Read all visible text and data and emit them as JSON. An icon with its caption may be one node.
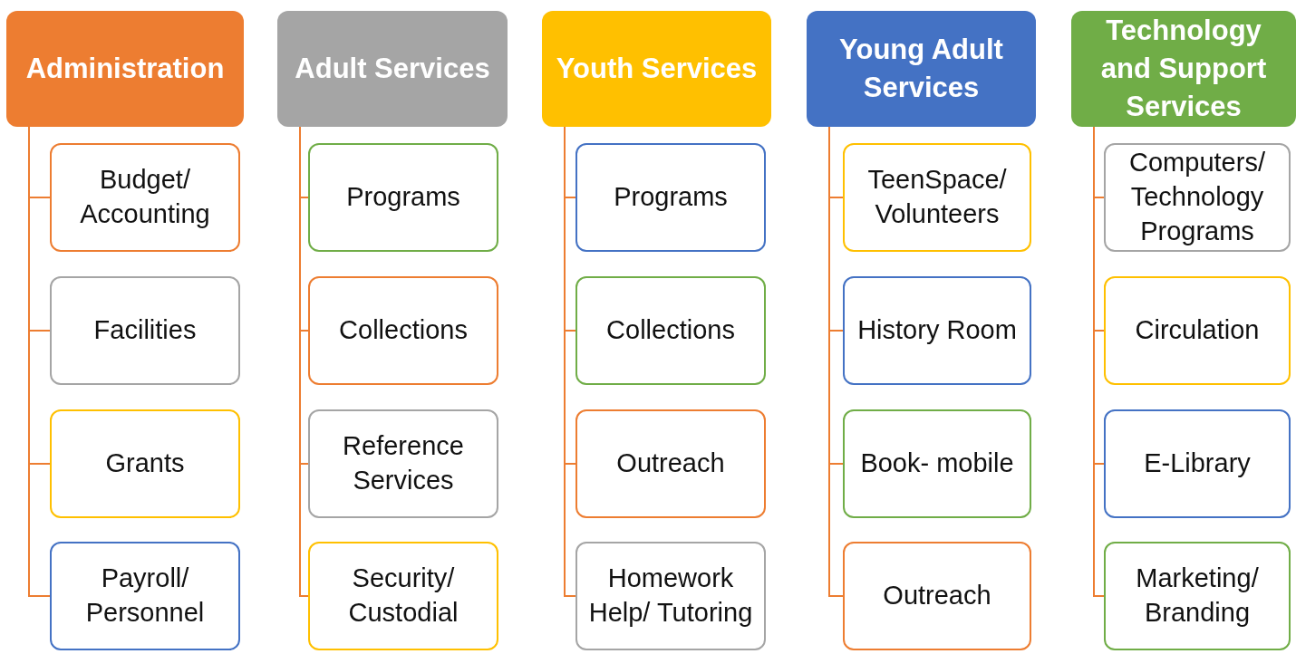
{
  "diagram": {
    "nodes": [
      {
        "text": [
          "Administration"
        ]
      },
      {
        "text": [
          "Budget/ Accounting"
        ]
      },
      {
        "text": [
          "Facilities"
        ]
      },
      {
        "text": [
          "Grants"
        ]
      },
      {
        "text": [
          "Payroll/ Personnel"
        ]
      },
      {
        "text": [
          "Adult Services"
        ]
      },
      {
        "text": [
          "Programs"
        ]
      },
      {
        "text": [
          "Collections"
        ]
      },
      {
        "text": [
          "Reference Services"
        ]
      },
      {
        "text": [
          "Security/ Custodial"
        ]
      },
      {
        "text": [
          "Youth Services"
        ]
      },
      {
        "text": [
          "Programs"
        ]
      },
      {
        "text": [
          "Collections"
        ]
      },
      {
        "text": [
          "Outreach"
        ]
      },
      {
        "text": [
          "Homework Help/ Tutoring"
        ]
      },
      {
        "text": [
          "Young Adult Services"
        ]
      },
      {
        "text": [
          "TeenSpace/ Volunteers"
        ]
      },
      {
        "text": [
          "History Room"
        ]
      },
      {
        "text": [
          "Book- mobile"
        ]
      },
      {
        "text": [
          "Outreach"
        ]
      },
      {
        "text": [
          "Technology and Support Services"
        ]
      },
      {
        "text": [
          "Computers/ Technology Programs"
        ]
      },
      {
        "text": [
          "Circulation"
        ]
      },
      {
        "text": [
          "E-Library"
        ]
      },
      {
        "text": [
          "Marketing/ Branding"
        ]
      }
    ],
    "edges": [
      {
        "from": 0,
        "to": 1,
        "arrow": "none"
      },
      {
        "from": 0,
        "to": 2,
        "arrow": "none"
      },
      {
        "from": 0,
        "to": 3,
        "arrow": "none"
      },
      {
        "from": 0,
        "to": 4,
        "arrow": "none"
      },
      {
        "from": 5,
        "to": 6,
        "arrow": "none"
      },
      {
        "from": 5,
        "to": 7,
        "arrow": "none"
      },
      {
        "from": 5,
        "to": 8,
        "arrow": "none"
      },
      {
        "from": 5,
        "to": 9,
        "arrow": "none"
      },
      {
        "from": 10,
        "to": 11,
        "arrow": "none"
      },
      {
        "from": 10,
        "to": 12,
        "arrow": "none"
      },
      {
        "from": 10,
        "to": 13,
        "arrow": "none"
      },
      {
        "from": 10,
        "to": 14,
        "arrow": "none"
      },
      {
        "from": 15,
        "to": 16,
        "arrow": "none"
      },
      {
        "from": 15,
        "to": 17,
        "arrow": "none"
      },
      {
        "from": 15,
        "to": 18,
        "arrow": "none"
      },
      {
        "from": 15,
        "to": 19,
        "arrow": "none"
      },
      {
        "from": 20,
        "to": 21,
        "arrow": "none"
      },
      {
        "from": 20,
        "to": 22,
        "arrow": "none"
      },
      {
        "from": 20,
        "to": 23,
        "arrow": "none"
      },
      {
        "from": 20,
        "to": 24,
        "arrow": "none"
      }
    ]
  }
}
